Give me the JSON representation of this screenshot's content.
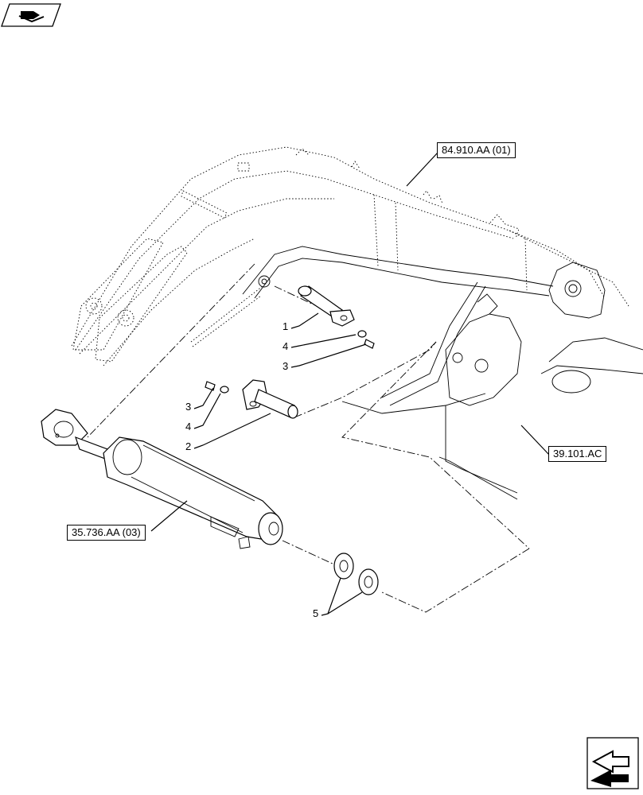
{
  "header_icon": "book-navigation-icon",
  "footer_icon": "next-page-arrow-icon",
  "reference_boxes": [
    {
      "id": "ref-84",
      "label": "84.910.AA (01)"
    },
    {
      "id": "ref-39",
      "label": "39.101.AC"
    },
    {
      "id": "ref-35",
      "label": "35.736.AA (03)"
    }
  ],
  "callouts": [
    {
      "id": "c1",
      "label": "1"
    },
    {
      "id": "c4a",
      "label": "4"
    },
    {
      "id": "c3a",
      "label": "3"
    },
    {
      "id": "c3b",
      "label": "3"
    },
    {
      "id": "c4b",
      "label": "4"
    },
    {
      "id": "c2",
      "label": "2"
    },
    {
      "id": "c5",
      "label": "5"
    }
  ]
}
